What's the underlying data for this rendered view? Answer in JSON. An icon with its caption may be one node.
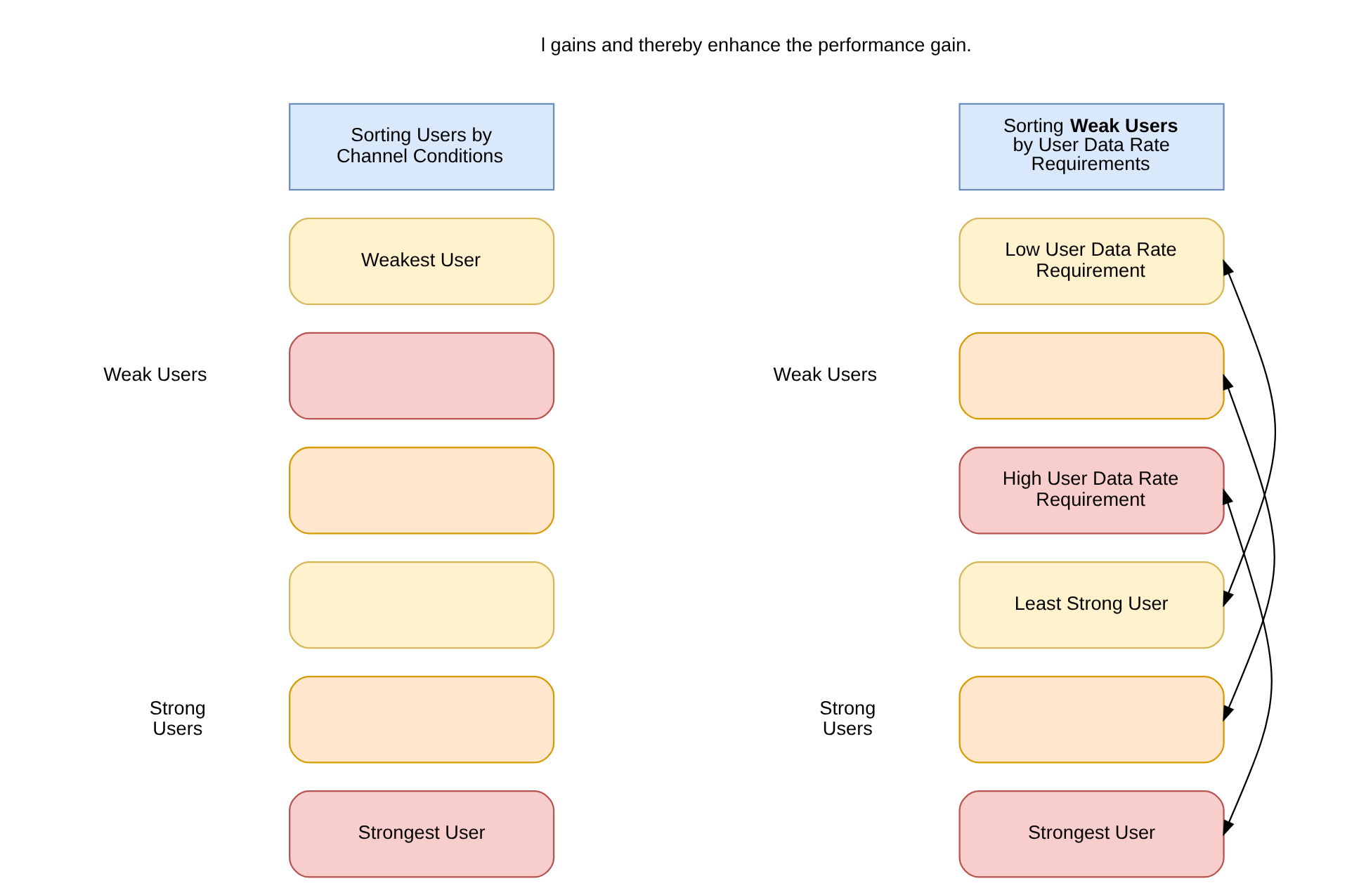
{
  "diagram": {
    "nodes": [
      {
        "text": [
          "Sorting Users by Channel Conditions"
        ]
      },
      {
        "text": [
          "Weakest User"
        ]
      },
      {
        "text": [],
        "shape": "box"
      },
      {
        "text": [],
        "shape": "box"
      },
      {
        "text": [],
        "shape": "box"
      },
      {
        "text": [],
        "shape": "box"
      },
      {
        "text": [
          "Strongest User"
        ]
      },
      {
        "text": [
          "Sorting **Weak Users** by User Data Rate Requirements"
        ]
      },
      {
        "text": [
          "Low User Data Rate Requirement"
        ]
      },
      {
        "text": [],
        "shape": "box"
      },
      {
        "text": [
          "High User Data Rate Requirement"
        ]
      },
      {
        "text": [
          "Least Strong User"
        ]
      },
      {
        "text": [],
        "shape": "box"
      },
      {
        "text": [
          "Strongest User"
        ]
      }
    ],
    "edges": [
      {
        "from": 8,
        "to": 11,
        "arrow": "both"
      },
      {
        "from": 9,
        "to": 12,
        "arrow": "both"
      },
      {
        "from": 10,
        "to": 13,
        "arrow": "both"
      }
    ],
    "labels": [
      "l gains and thereby enhance the performance gain.",
      "Weak Users",
      "Strong Users",
      "Weak Users",
      "Strong Users"
    ]
  }
}
